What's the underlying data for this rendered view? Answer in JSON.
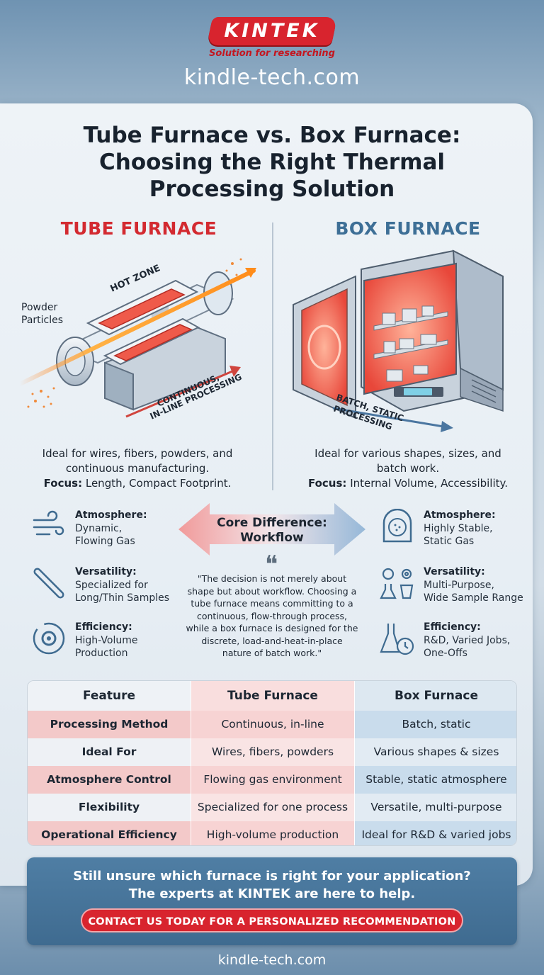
{
  "header": {
    "logo": "KINTEK",
    "tagline": "Solution for researching",
    "site": "kindle-tech.com"
  },
  "title": {
    "line1": "Tube Furnace vs. Box Furnace:",
    "line2": "Choosing the Right Thermal",
    "line3": "Processing Solution"
  },
  "tube": {
    "heading": "TUBE FURNACE",
    "label_hot_zone": "HOT ZONE",
    "label_powder_1": "Powder",
    "label_powder_2": "Particles",
    "label_process_1": "CONTINUOUS,",
    "label_process_2": "IN-LINE PROCESSING",
    "desc_1": "Ideal for wires, fibers, powders, and",
    "desc_2": "continuous manufacturing.",
    "focus_label": "Focus:",
    "focus_value": " Length, Compact Footprint."
  },
  "box": {
    "heading": "BOX FURNACE",
    "label_process_1": "BATCH, STATIC",
    "label_process_2": "PROCESSING",
    "desc_1": "Ideal for various shapes, sizes, and",
    "desc_2": "batch work.",
    "focus_label": "Focus:",
    "focus_value": " Internal Volume, Accessibility."
  },
  "tube_attrs": [
    {
      "label": "Atmosphere:",
      "line1": "Dynamic,",
      "line2": "Flowing Gas",
      "icon": "wind-flow-icon"
    },
    {
      "label": "Versatility:",
      "line1": "Specialized for",
      "line2": "Long/Thin Samples",
      "icon": "rod-icon"
    },
    {
      "label": "Efficiency:",
      "line1": "High-Volume",
      "line2": "Production",
      "icon": "gear-cycle-icon"
    }
  ],
  "box_attrs": [
    {
      "label": "Atmosphere:",
      "line1": "Highly Stable,",
      "line2": "Static Gas",
      "icon": "chamber-icon"
    },
    {
      "label": "Versatility:",
      "line1": "Multi-Purpose,",
      "line2": "Wide Sample Range",
      "icon": "lab-tools-icon"
    },
    {
      "label": "Efficiency:",
      "line1": "R&D, Varied Jobs,",
      "line2": "One-Offs",
      "icon": "flask-timer-icon"
    }
  ],
  "core": {
    "line1": "Core Difference:",
    "line2": "Workflow",
    "quote_mark": "❝",
    "quote": "\"The decision is not merely about shape but about workflow. Choosing a tube furnace means committing to a continuous, flow-through process, while a box furnace is designed for the discrete, load-and-heat-in-place nature of batch work.\""
  },
  "table": {
    "headers": [
      "Feature",
      "Tube Furnace",
      "Box Furnace"
    ],
    "rows": [
      [
        "Processing Method",
        "Continuous, in-line",
        "Batch, static"
      ],
      [
        "Ideal For",
        "Wires, fibers, powders",
        "Various shapes & sizes"
      ],
      [
        "Atmosphere Control",
        "Flowing gas environment",
        "Stable, static atmosphere"
      ],
      [
        "Flexibility",
        "Specialized for one process",
        "Versatile, multi-purpose"
      ],
      [
        "Operational Efficiency",
        "High-volume production",
        "Ideal for R&D & varied jobs"
      ]
    ]
  },
  "cta": {
    "line1": "Still unsure which furnace is right for your application?",
    "line2": "The experts at KINTEK are here to help.",
    "button": "CONTACT US TODAY FOR A PERSONALIZED RECOMMENDATION"
  },
  "footer": {
    "site": "kindle-tech.com"
  },
  "colors": {
    "tube_red": "#d32a30",
    "box_blue": "#3d6f96",
    "brand_red": "#d8242e"
  }
}
